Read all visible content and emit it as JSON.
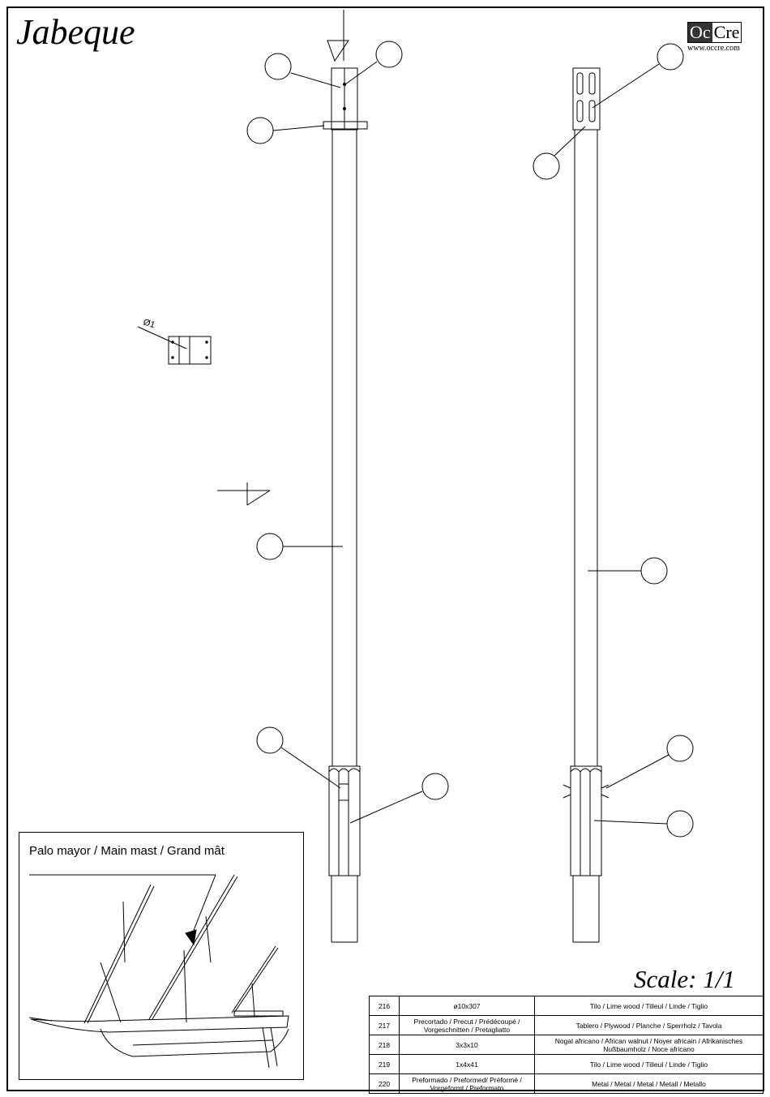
{
  "title": "Jabeque",
  "logo": {
    "part1": "Oc",
    "part2": "Cre",
    "url": "www.occre.com"
  },
  "scale_label": "Scale: 1/1",
  "dimension_label": "Ø1",
  "inset": {
    "label": "Palo mayor / Main mast / Grand mât"
  },
  "parts": [
    {
      "number": "216",
      "dimensions": "ø10x307",
      "material": "Tilo / Lime wood / Tilleul / Linde / Tiglio"
    },
    {
      "number": "217",
      "dimensions": "Precortado / Precut / Prédécoupé / Vorgeschnitten / Pretagliatto",
      "material": "Tablero / Plywood / Planche / Sperrholz / Tavola"
    },
    {
      "number": "218",
      "dimensions": "3x3x10",
      "material": "Nogal africano / African walnut / Noyer africain / Afrikanisches Nußbaumholz / Noce africano"
    },
    {
      "number": "219",
      "dimensions": "1x4x41",
      "material": "Tilo / Lime wood / Tilleul / Linde / Tiglio"
    },
    {
      "number": "220",
      "dimensions": "Preformado / Preformed/ Préformé / Vorgeformt / Preformato",
      "material": "Metal / Metal / Metal / Metall / Metallo"
    }
  ]
}
